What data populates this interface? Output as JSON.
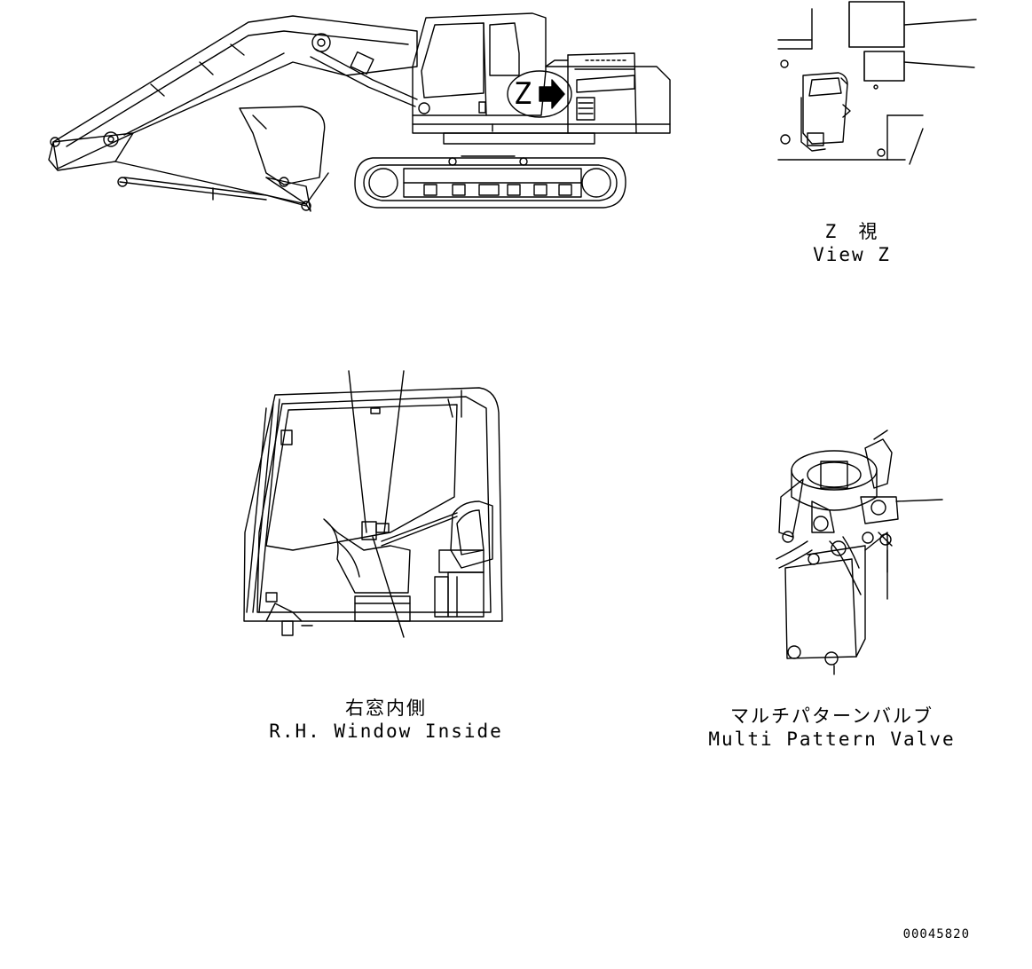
{
  "views": {
    "view_z": {
      "label_jp": "Z　視",
      "label_en": "View Z"
    },
    "rh_window": {
      "label_jp": "右窓内側",
      "label_en": "R.H. Window Inside"
    },
    "multi_pattern_valve": {
      "label_jp": "マルチパターンバルブ",
      "label_en": "Multi Pattern Valve"
    }
  },
  "excavator": {
    "view_marker": "Z"
  },
  "drawing_number": "00045820",
  "colors": {
    "line": "#000000",
    "background": "#ffffff"
  }
}
